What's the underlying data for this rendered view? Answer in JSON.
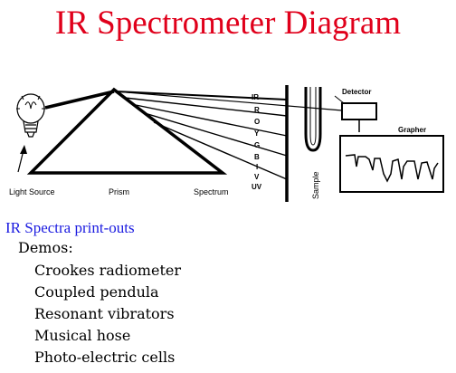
{
  "page": {
    "title": "IR Spectrometer Diagram",
    "title_color": "#e0001b",
    "link_color": "#1a1ae0"
  },
  "diagram": {
    "labels": {
      "light_source": "Light Source",
      "prism": "Prism",
      "spectrum": "Spectrum",
      "sample": "Sample",
      "detector": "Detector",
      "grapher": "Grapher"
    },
    "spectrum_bands": [
      "IR",
      "R",
      "O",
      "Y",
      "G",
      "B",
      "I",
      "V",
      "UV"
    ],
    "icons": [
      "lightbulb-icon",
      "arrow-icon"
    ]
  },
  "spectra_link": "IR Spectra print-outs",
  "demos": {
    "heading": "Demos:",
    "items": [
      "Crookes radiometer",
      "Coupled pendula",
      "Resonant vibrators",
      "Musical hose",
      "Photo-electric cells"
    ]
  }
}
